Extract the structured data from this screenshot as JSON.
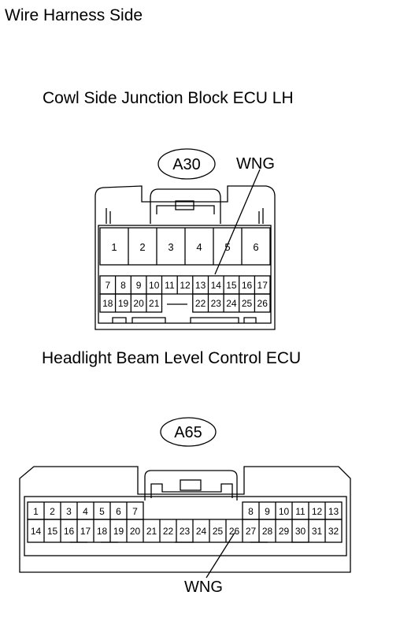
{
  "header": {
    "title": "Wire Harness Side"
  },
  "connectors": [
    {
      "title": "Cowl Side Junction Block ECU LH",
      "code": "A30",
      "wire_label": "WNG",
      "wire_pin": "14",
      "rows": [
        [
          "1",
          "2",
          "3",
          "4",
          "5",
          "6"
        ],
        [
          "7",
          "8",
          "9",
          "10",
          "11",
          "12",
          "13",
          "14",
          "15",
          "16",
          "17"
        ],
        [
          "18",
          "19",
          "20",
          "21",
          "22",
          "23",
          "24",
          "25",
          "26"
        ]
      ]
    },
    {
      "title": "Headlight Beam Level Control ECU",
      "code": "A65",
      "wire_label": "WNG",
      "wire_pin": "26",
      "rows": [
        [
          "1",
          "2",
          "3",
          "4",
          "5",
          "6",
          "7"
        ],
        [
          "8",
          "9",
          "10",
          "11",
          "12",
          "13"
        ],
        [
          "14",
          "15",
          "16",
          "17",
          "18",
          "19",
          "20",
          "21",
          "22",
          "23",
          "24",
          "25",
          "26",
          "27",
          "28",
          "29",
          "30",
          "31",
          "32"
        ]
      ]
    }
  ]
}
